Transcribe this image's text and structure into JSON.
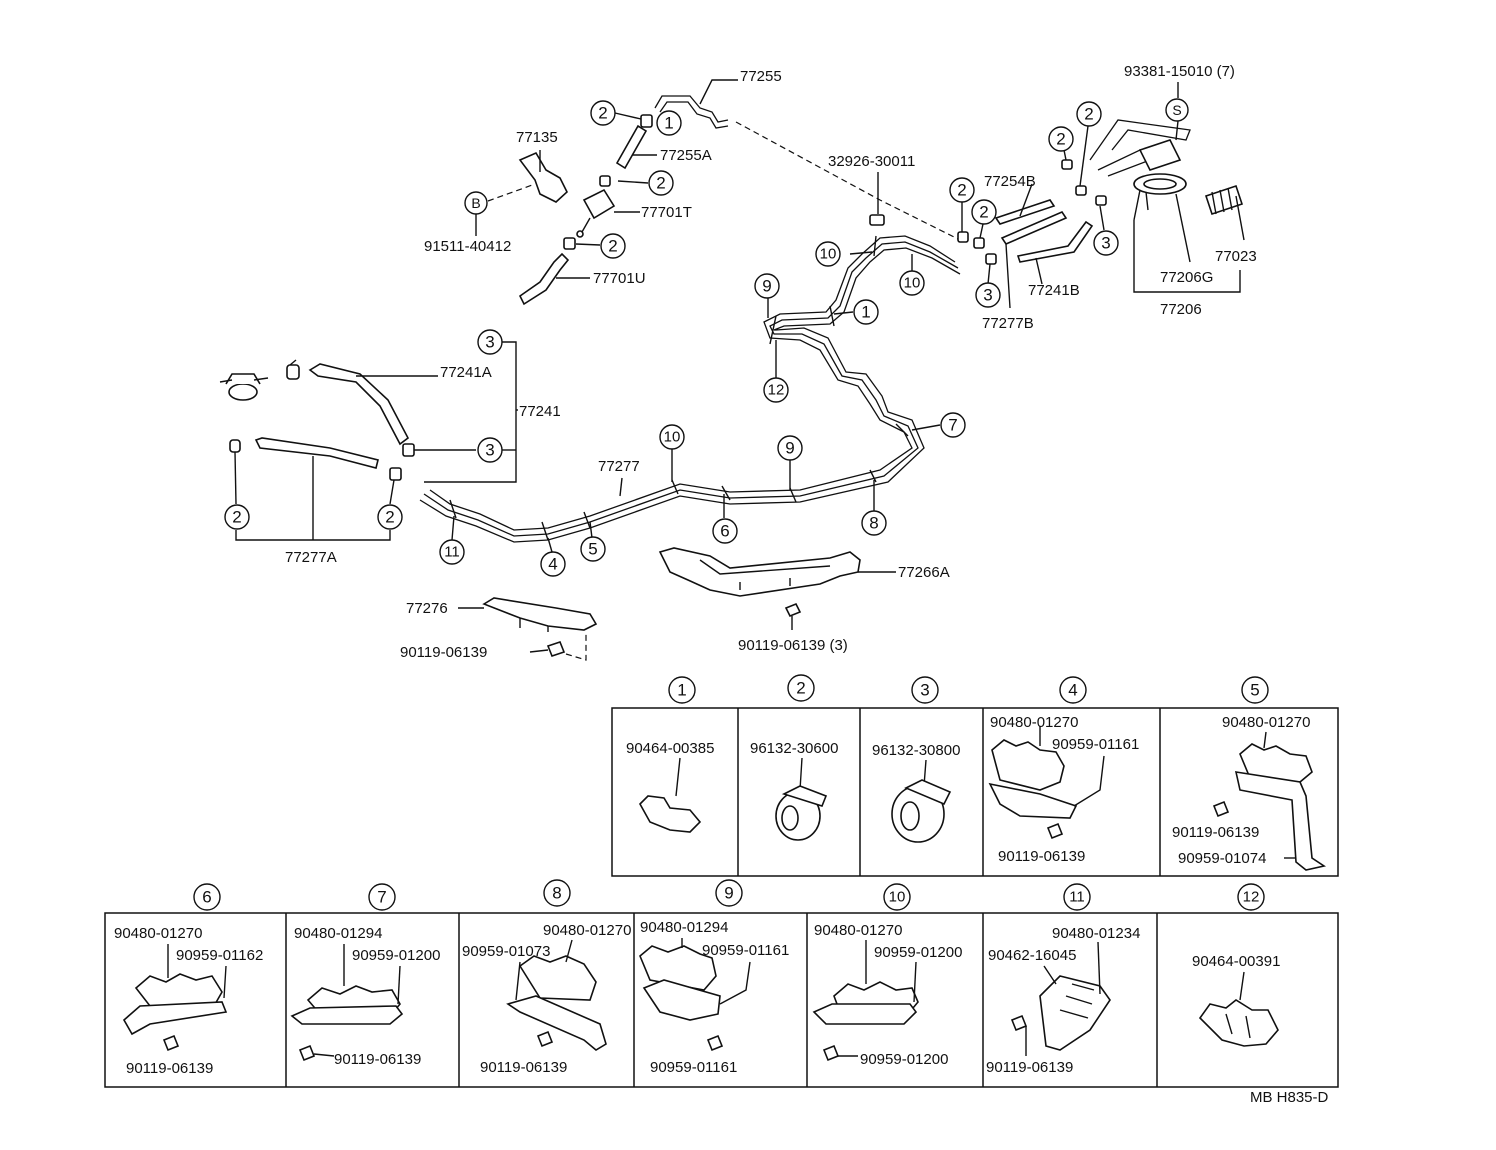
{
  "labels": {
    "p77255": "77255",
    "p77135": "77135",
    "p77255A": "77255A",
    "p77701T": "77701T",
    "p91511": "91511-40412",
    "p77701U": "77701U",
    "p32926": "32926-30011",
    "p93381": "93381-15010 (7)",
    "p77254B": "77254B",
    "p77241B": "77241B",
    "p77277B": "77277B",
    "p77206G": "77206G",
    "p77023": "77023",
    "p77206": "77206",
    "p77241A": "77241A",
    "p77241": "77241",
    "p77277": "77277",
    "p77277A": "77277A",
    "p77266A": "77266A",
    "p77276": "77276",
    "bolt_a": "90119-06139",
    "bolt_b": "90119-06139 (3)",
    "code": "MB H835-D"
  },
  "markers": {
    "B": "B",
    "S": "S"
  },
  "callouts": {
    "c1": "1",
    "c2": "2",
    "c3": "3",
    "c4": "4",
    "c5": "5",
    "c6": "6",
    "c7": "7",
    "c8": "8",
    "c9": "9",
    "c10": "10",
    "c11": "11",
    "c12": "12"
  },
  "detail": {
    "d1": [
      "90464-00385"
    ],
    "d2": [
      "96132-30600"
    ],
    "d3": [
      "96132-30800"
    ],
    "d4": [
      "90480-01270",
      "90959-01161",
      "90119-06139"
    ],
    "d5": [
      "90480-01270",
      "90119-06139",
      "90959-01074"
    ],
    "d6": [
      "90480-01270",
      "90959-01162",
      "90119-06139"
    ],
    "d7": [
      "90480-01294",
      "90959-01200",
      "90119-06139"
    ],
    "d8": [
      "90480-01270",
      "90959-01073",
      "90119-06139"
    ],
    "d9": [
      "90480-01294",
      "90959-01161",
      "90959-01161"
    ],
    "d10": [
      "90480-01270",
      "90959-01200",
      "90959-01200"
    ],
    "d11": [
      "90480-01234",
      "90462-16045",
      "90119-06139"
    ],
    "d12": [
      "90464-00391"
    ]
  }
}
